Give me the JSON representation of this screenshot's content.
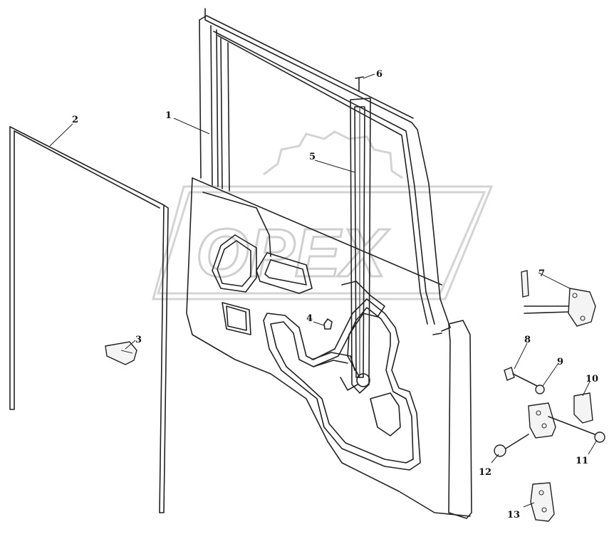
{
  "diagram": {
    "callouts": [
      {
        "id": "1",
        "label": "1"
      },
      {
        "id": "2",
        "label": "2"
      },
      {
        "id": "3",
        "label": "3"
      },
      {
        "id": "4",
        "label": "4"
      },
      {
        "id": "5",
        "label": "5"
      },
      {
        "id": "6",
        "label": "6"
      },
      {
        "id": "7",
        "label": "7"
      },
      {
        "id": "8",
        "label": "8"
      },
      {
        "id": "9",
        "label": "9"
      },
      {
        "id": "10",
        "label": "10"
      },
      {
        "id": "11",
        "label": "11"
      },
      {
        "id": "12",
        "label": "12"
      },
      {
        "id": "13",
        "label": "13"
      }
    ],
    "watermark": "OPEX"
  }
}
